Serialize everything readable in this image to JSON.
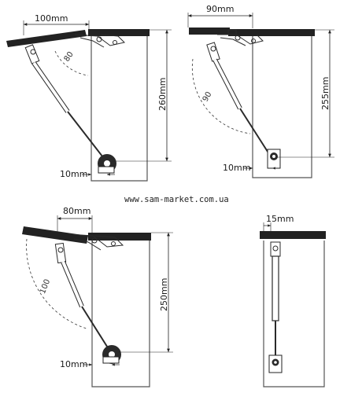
{
  "watermark": "www.sam-market.com.ua",
  "diagrams": [
    {
      "id": "top-left",
      "width_label": "100mm",
      "height_label": "260mm",
      "offset_label": "10mm",
      "angle_label": "80"
    },
    {
      "id": "top-right",
      "width_label": "90mm",
      "height_label": "255mm",
      "offset_label": "10mm",
      "angle_label": "90"
    },
    {
      "id": "bottom-left",
      "width_label": "80mm",
      "height_label": "250mm",
      "offset_label": "10mm",
      "angle_label": "100"
    },
    {
      "id": "bottom-right",
      "top_label": "15mm"
    }
  ],
  "colors": {
    "panel": "#222222",
    "line": "#2a2a2a",
    "cabinet": "#555555"
  }
}
